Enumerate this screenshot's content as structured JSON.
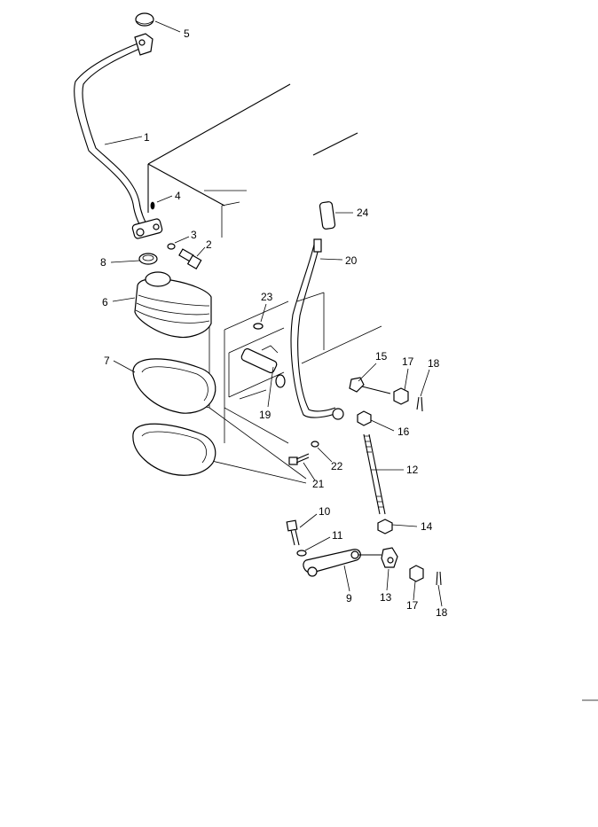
{
  "diagram": {
    "callouts": [
      {
        "id": "c1",
        "label": "1"
      },
      {
        "id": "c2",
        "label": "2"
      },
      {
        "id": "c3",
        "label": "3"
      },
      {
        "id": "c4",
        "label": "4"
      },
      {
        "id": "c5",
        "label": "5"
      },
      {
        "id": "c6",
        "label": "6"
      },
      {
        "id": "c7",
        "label": "7"
      },
      {
        "id": "c8",
        "label": "8"
      },
      {
        "id": "c9",
        "label": "9"
      },
      {
        "id": "c10",
        "label": "10"
      },
      {
        "id": "c11",
        "label": "11"
      },
      {
        "id": "c12",
        "label": "12"
      },
      {
        "id": "c13",
        "label": "13"
      },
      {
        "id": "c14",
        "label": "14"
      },
      {
        "id": "c15",
        "label": "15"
      },
      {
        "id": "c16",
        "label": "16"
      },
      {
        "id": "c17a",
        "label": "17"
      },
      {
        "id": "c17b",
        "label": "17"
      },
      {
        "id": "c18a",
        "label": "18"
      },
      {
        "id": "c18b",
        "label": "18"
      },
      {
        "id": "c19",
        "label": "19"
      },
      {
        "id": "c20",
        "label": "20"
      },
      {
        "id": "c21",
        "label": "21"
      },
      {
        "id": "c22",
        "label": "22"
      },
      {
        "id": "c23",
        "label": "23"
      },
      {
        "id": "c24",
        "label": "24"
      }
    ]
  }
}
